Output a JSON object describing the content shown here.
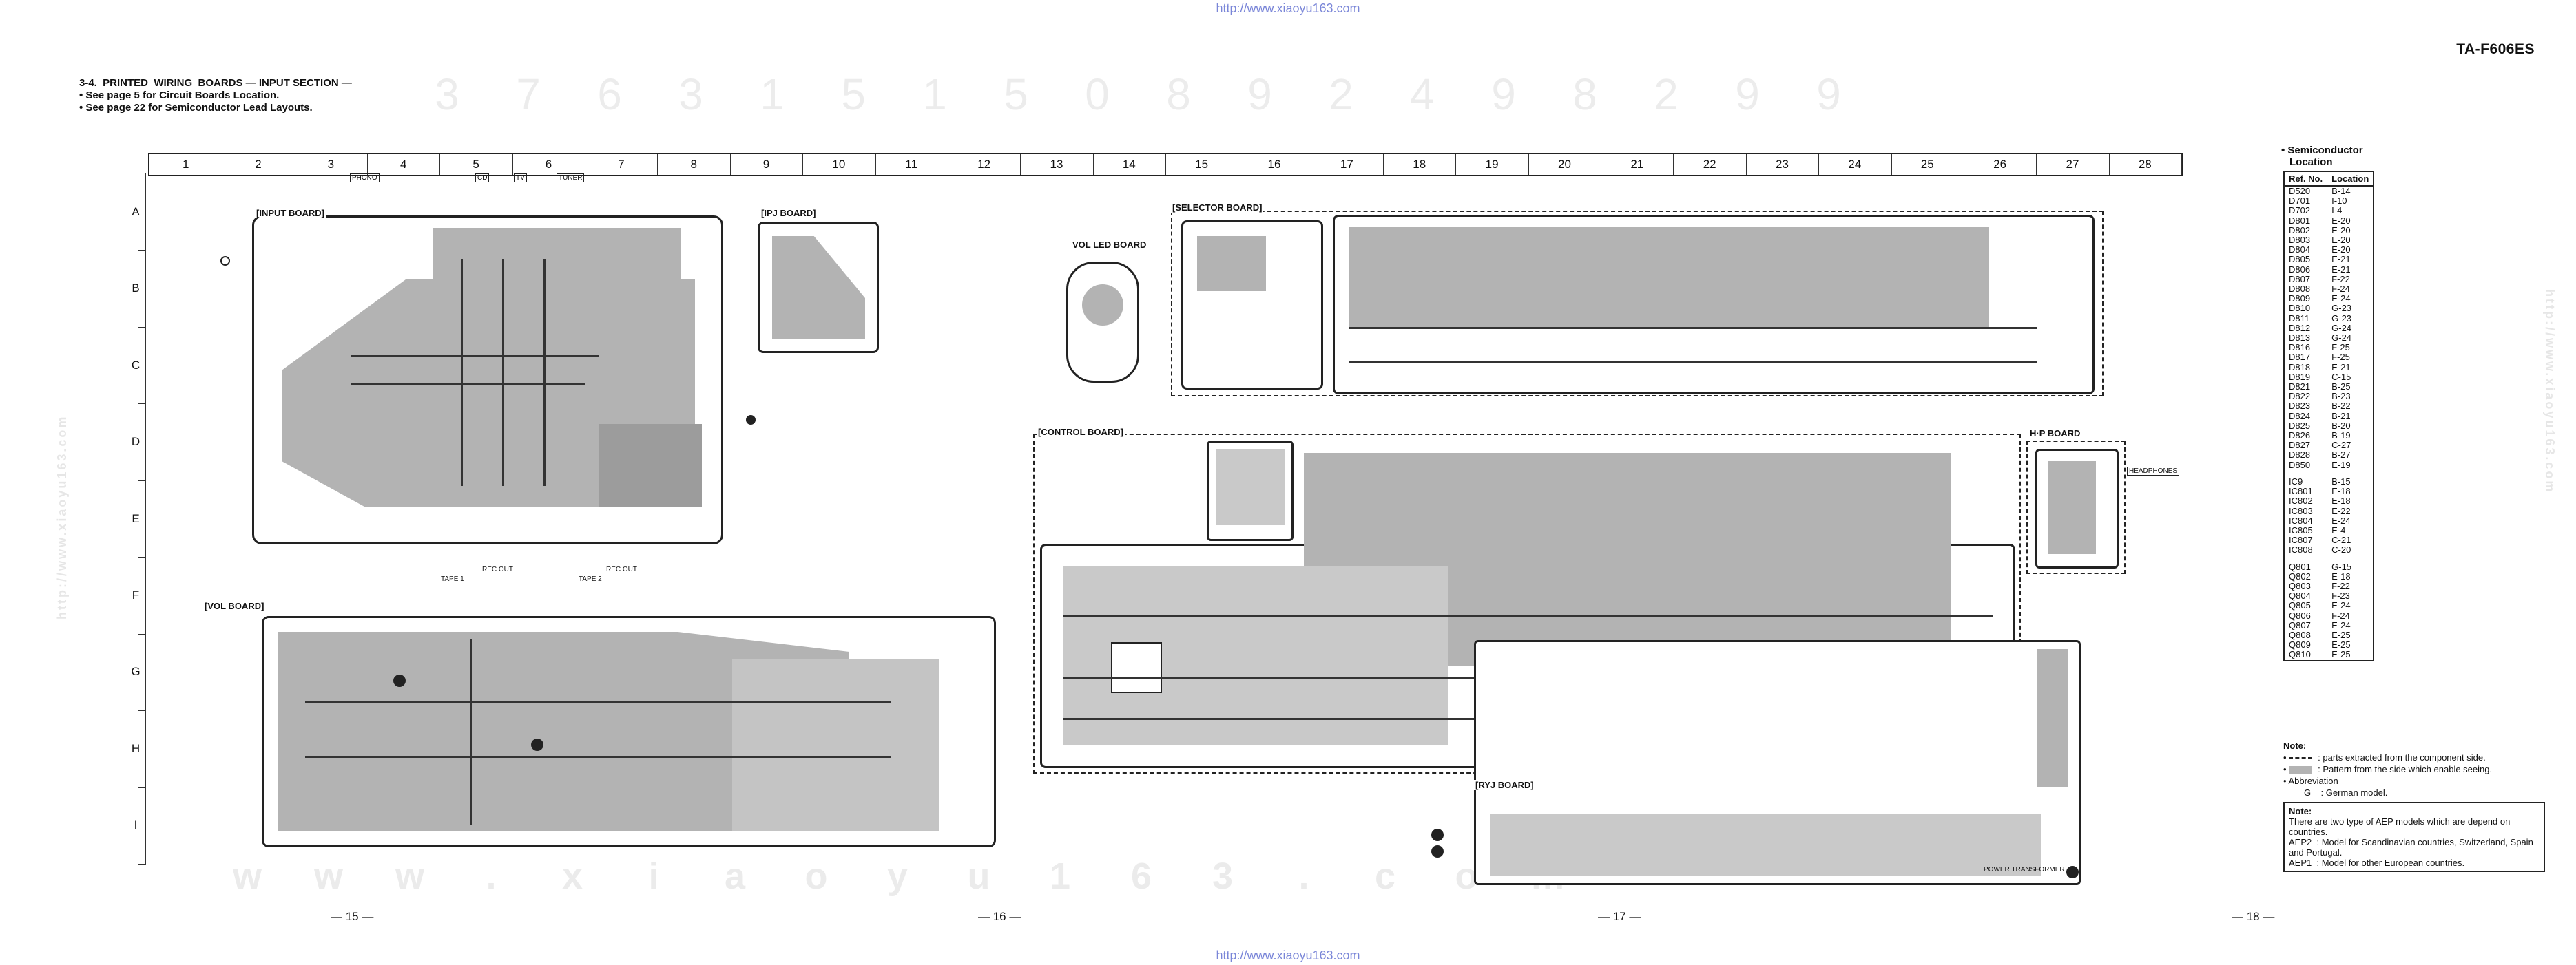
{
  "header": {
    "url": "http://www.xiaoyu163.com",
    "model": "TA-F606ES",
    "section_title": "3-4.  PRINTED  WIRING  BOARDS — INPUT SECTION —",
    "bullets": [
      "• See page 5 for Circuit Boards Location.",
      "• See page 22 for Semiconductor Lead Layouts."
    ]
  },
  "watermark": {
    "digits": [
      "3",
      "7",
      "6",
      "3",
      "1",
      "5",
      "1",
      "5",
      "0",
      "8",
      "9",
      "2",
      "4",
      "9",
      "8",
      "2",
      "9",
      "9"
    ],
    "site": [
      "w",
      "w",
      "w",
      ".",
      "x",
      "i",
      "a",
      "o",
      "y",
      "u",
      "1",
      "6",
      "3",
      ".",
      "c",
      "o",
      "m"
    ]
  },
  "grid": {
    "columns": [
      "1",
      "2",
      "3",
      "4",
      "5",
      "6",
      "7",
      "8",
      "9",
      "10",
      "11",
      "12",
      "13",
      "14",
      "15",
      "16",
      "17",
      "18",
      "19",
      "20",
      "21",
      "22",
      "23",
      "24",
      "25",
      "26",
      "27",
      "28"
    ],
    "rows": [
      "A",
      "B",
      "C",
      "D",
      "E",
      "F",
      "G",
      "H",
      "I"
    ]
  },
  "boards": {
    "input": "[INPUT BOARD]",
    "ipj": "[IPJ BOARD]",
    "vol": "[VOL BOARD]",
    "vol_led": "VOL LED BOARD",
    "selector": "[SELECTOR BOARD]",
    "control": "[CONTROL BOARD]",
    "hp": "H·P BOARD",
    "ryj": "[RYJ BOARD]"
  },
  "connectors": {
    "phono": "PHONO",
    "cd": "CD",
    "tv": "TV",
    "tuner": "TUNER",
    "tape1": "TAPE 1",
    "tape2": "TAPE 2",
    "rec_out": "REC OUT",
    "headphones": "HEADPHONES",
    "power_transformer": "POWER TRANSFORMER"
  },
  "pages": [
    "— 15 —",
    "— 16 —",
    "— 17 —",
    "— 18 —"
  ],
  "semiconductor": {
    "title": [
      "• Semiconductor",
      "  Location"
    ],
    "headers": [
      "Ref. No.",
      "Location"
    ],
    "diodes": [
      [
        "D520",
        "B-14"
      ],
      [
        "D701",
        "I-10"
      ],
      [
        "D702",
        "I-4"
      ],
      [
        "D801",
        "E-20"
      ],
      [
        "D802",
        "E-20"
      ],
      [
        "D803",
        "E-20"
      ],
      [
        "D804",
        "E-20"
      ],
      [
        "D805",
        "E-21"
      ],
      [
        "D806",
        "E-21"
      ],
      [
        "D807",
        "F-22"
      ],
      [
        "D808",
        "F-24"
      ],
      [
        "D809",
        "E-24"
      ],
      [
        "D810",
        "G-23"
      ],
      [
        "D811",
        "G-23"
      ],
      [
        "D812",
        "G-24"
      ],
      [
        "D813",
        "G-24"
      ],
      [
        "D816",
        "F-25"
      ],
      [
        "D817",
        "F-25"
      ],
      [
        "D818",
        "E-21"
      ],
      [
        "D819",
        "C-15"
      ],
      [
        "D821",
        "B-25"
      ],
      [
        "D822",
        "B-23"
      ],
      [
        "D823",
        "B-22"
      ],
      [
        "D824",
        "B-21"
      ],
      [
        "D825",
        "B-20"
      ],
      [
        "D826",
        "B-19"
      ],
      [
        "D827",
        "C-27"
      ],
      [
        "D828",
        "B-27"
      ],
      [
        "D850",
        "E-19"
      ]
    ],
    "ics": [
      [
        "IC9",
        "B-15"
      ],
      [
        "IC801",
        "E-18"
      ],
      [
        "IC802",
        "E-18"
      ],
      [
        "IC803",
        "E-22"
      ],
      [
        "IC804",
        "E-24"
      ],
      [
        "IC805",
        "E-4"
      ],
      [
        "IC807",
        "C-21"
      ],
      [
        "IC808",
        "C-20"
      ]
    ],
    "transistors": [
      [
        "Q801",
        "G-15"
      ],
      [
        "Q802",
        "E-18"
      ],
      [
        "Q803",
        "F-22"
      ],
      [
        "Q804",
        "F-23"
      ],
      [
        "Q805",
        "E-24"
      ],
      [
        "Q806",
        "F-24"
      ],
      [
        "Q807",
        "E-24"
      ],
      [
        "Q808",
        "E-25"
      ],
      [
        "Q809",
        "E-25"
      ],
      [
        "Q810",
        "E-25"
      ]
    ]
  },
  "notes": {
    "label": "Note:",
    "items": [
      ": parts extracted from the component side.",
      ": Pattern from the side which enable seeing."
    ],
    "abbr_label": "•  Abbreviation",
    "abbr": "G    : German model.",
    "box_label": "Note:",
    "box_text": "There are two type of AEP models which are depend on countries.",
    "aep2": "AEP2  : Model for Scandinavian countries, Switzerland, Spain and Portugal.",
    "aep1": "AEP1  : Model for other European countries."
  }
}
